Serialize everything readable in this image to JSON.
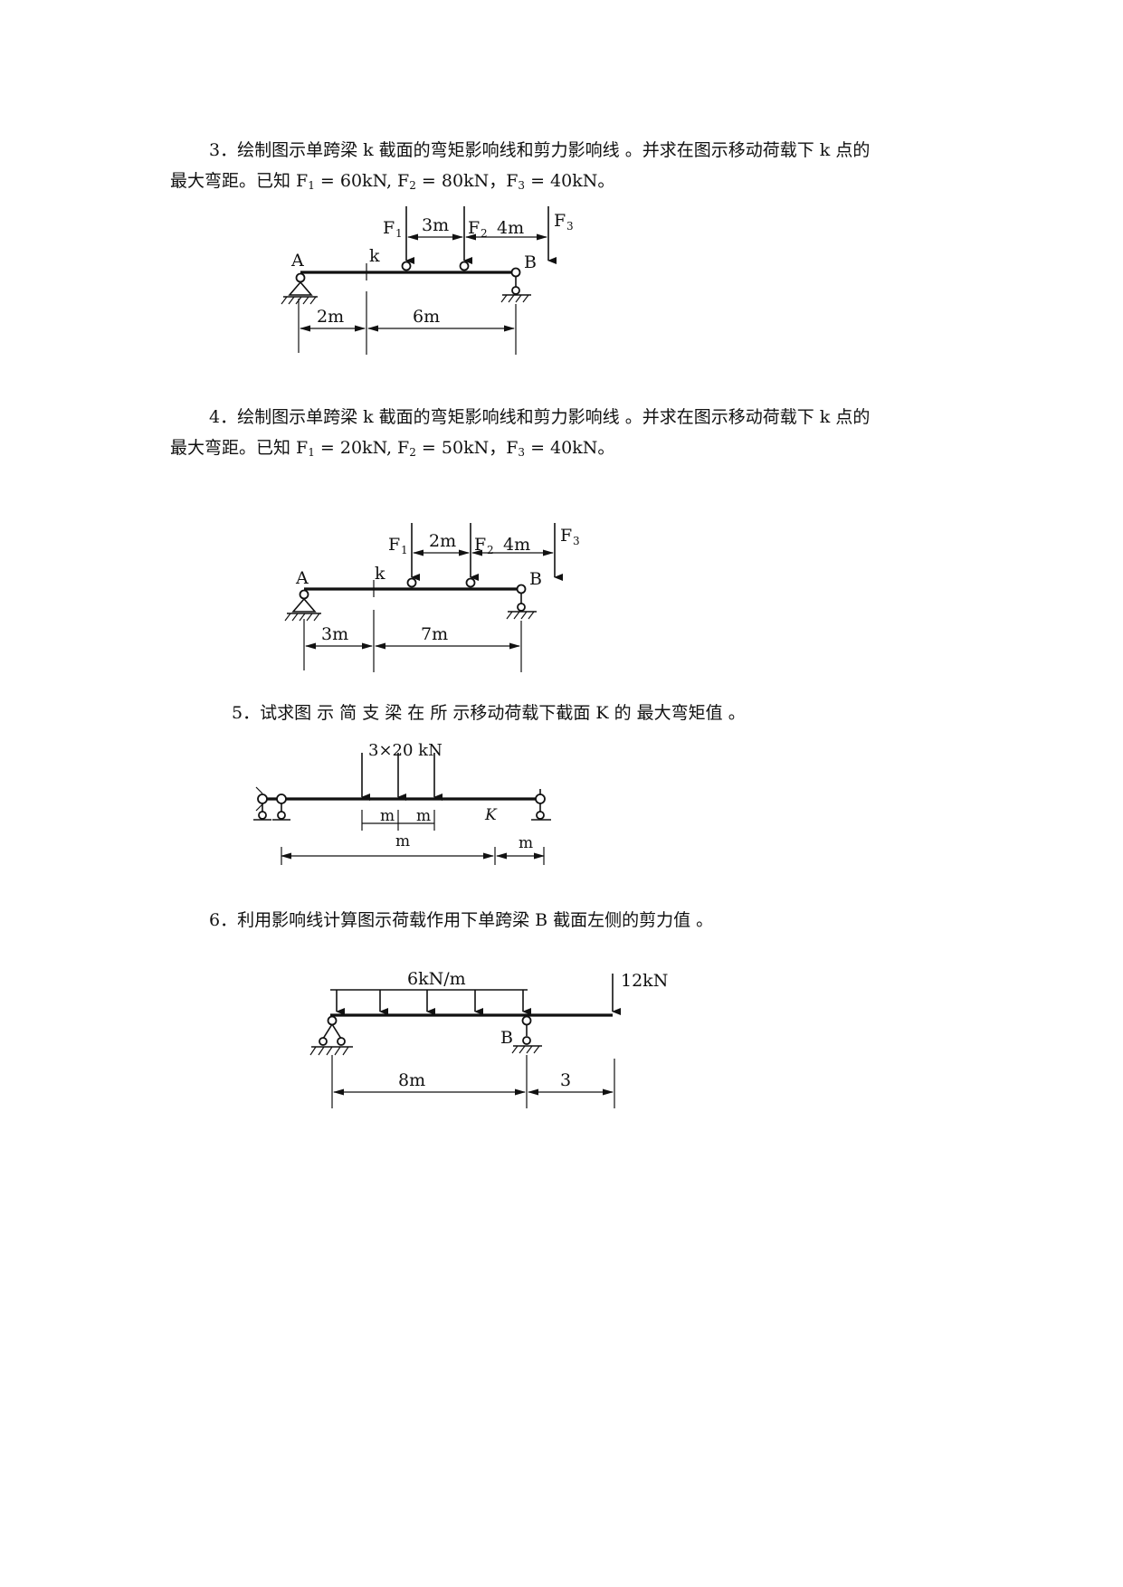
{
  "problems": [
    {
      "line1": "3．绘制图示单跨梁 k 截面的弯矩影响线和剪力影响线 。并求在图示移动荷载下 k 点的",
      "line2_prefix": "最大弯距。已知 F",
      "f1_sub": "1",
      "f1_val": " = 60kN, F",
      "f2_sub": "2",
      "f2_val": " = 80kN，F",
      "f3_sub": "3",
      "f3_val": " = 40kN。",
      "figure": {
        "label_A": "A",
        "label_B": "B",
        "label_k": "k",
        "F": "F",
        "sub1": "1",
        "sub2": "2",
        "sub3": "3",
        "spacing1": "3m",
        "spacing2": "4m",
        "dim1": "2m",
        "dim2": "6m"
      }
    },
    {
      "line1": "4．绘制图示单跨梁 k 截面的弯矩影响线和剪力影响线 。并求在图示移动荷载下 k 点的",
      "line2_prefix": "最大弯距。已知 F",
      "f1_sub": "1",
      "f1_val": " = 20kN, F",
      "f2_sub": "2",
      "f2_val": " = 50kN，F",
      "f3_sub": "3",
      "f3_val": " = 40kN。",
      "figure": {
        "label_A": "A",
        "label_B": "B",
        "label_k": "k",
        "F": "F",
        "sub1": "1",
        "sub2": "2",
        "sub3": "3",
        "spacing1": "2m",
        "spacing2": "4m",
        "dim1": "3m",
        "dim2": "7m"
      }
    },
    {
      "line1": "5．试求图 示 简 支 梁 在 所 示移动荷载下截面 K 的 最大弯矩值 。",
      "figure": {
        "load": "3×20 kN",
        "label_K": "K",
        "sp1": "m",
        "sp2": "m",
        "dim_main": "m",
        "dim_right": "m"
      }
    },
    {
      "line1": "6．利用影响线计算图示荷载作用下单跨梁 B 截面左侧的剪力值 。",
      "figure": {
        "dist_load": "6kN/m",
        "point_load": "12kN",
        "label_B": "B",
        "dim1": "8m",
        "dim2": "3"
      }
    }
  ]
}
